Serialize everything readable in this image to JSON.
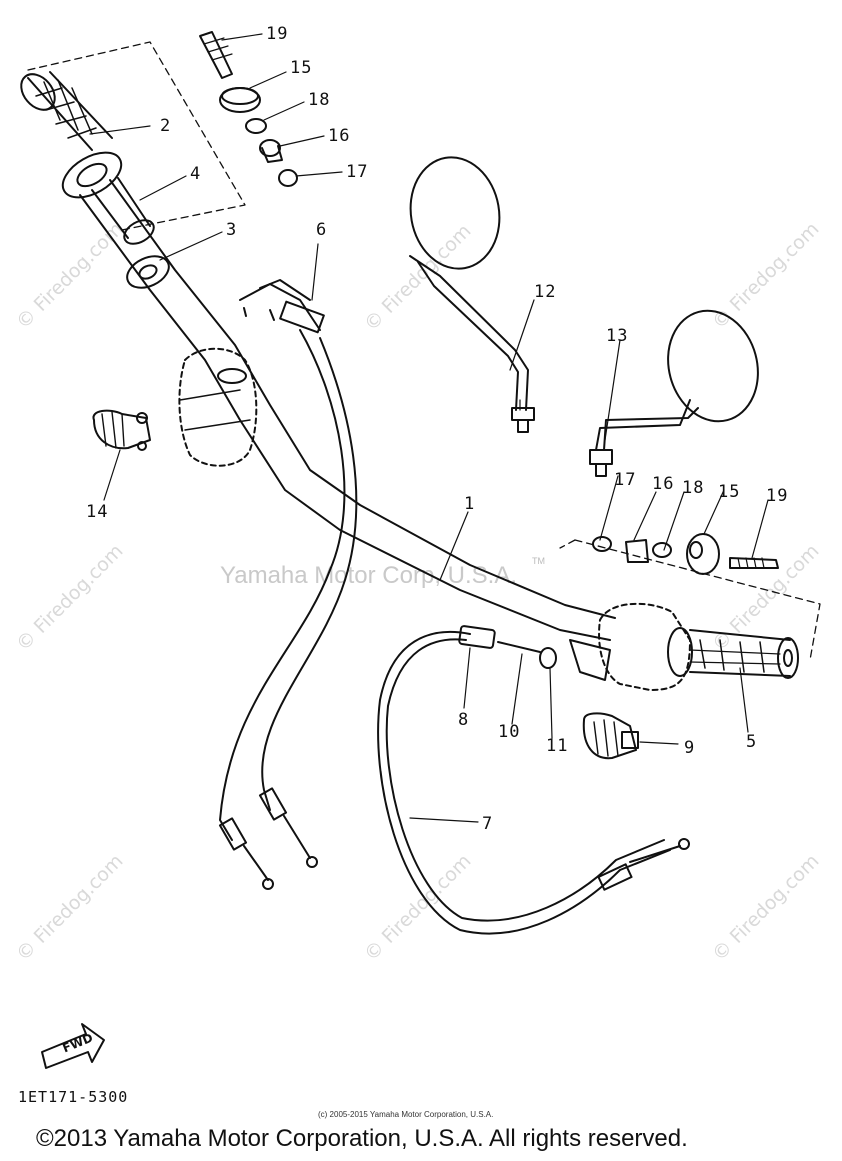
{
  "callouts": {
    "c1": "1",
    "c2": "2",
    "c3": "3",
    "c4": "4",
    "c5": "5",
    "c6": "6",
    "c7": "7",
    "c8": "8",
    "c9": "9",
    "c10": "10",
    "c11": "11",
    "c12": "12",
    "c13": "13",
    "c14": "14",
    "c15a": "15",
    "c16a": "16",
    "c17a": "17",
    "c18a": "18",
    "c19a": "19",
    "c15b": "15",
    "c16b": "16",
    "c17b": "17",
    "c18b": "18",
    "c19b": "19"
  },
  "watermark": {
    "site": "© Firedog.com",
    "center_text": "Yamaha Motor Corp, U.S.A.",
    "tm": "TM"
  },
  "fwd_label": "FWD",
  "drawing_code": "1ET171-5300",
  "small_copyright": "(c) 2005-2015 Yamaha Motor Corporation, U.S.A.",
  "footer": "©2013 Yamaha Motor Corporation, U.S.A. All rights reserved."
}
